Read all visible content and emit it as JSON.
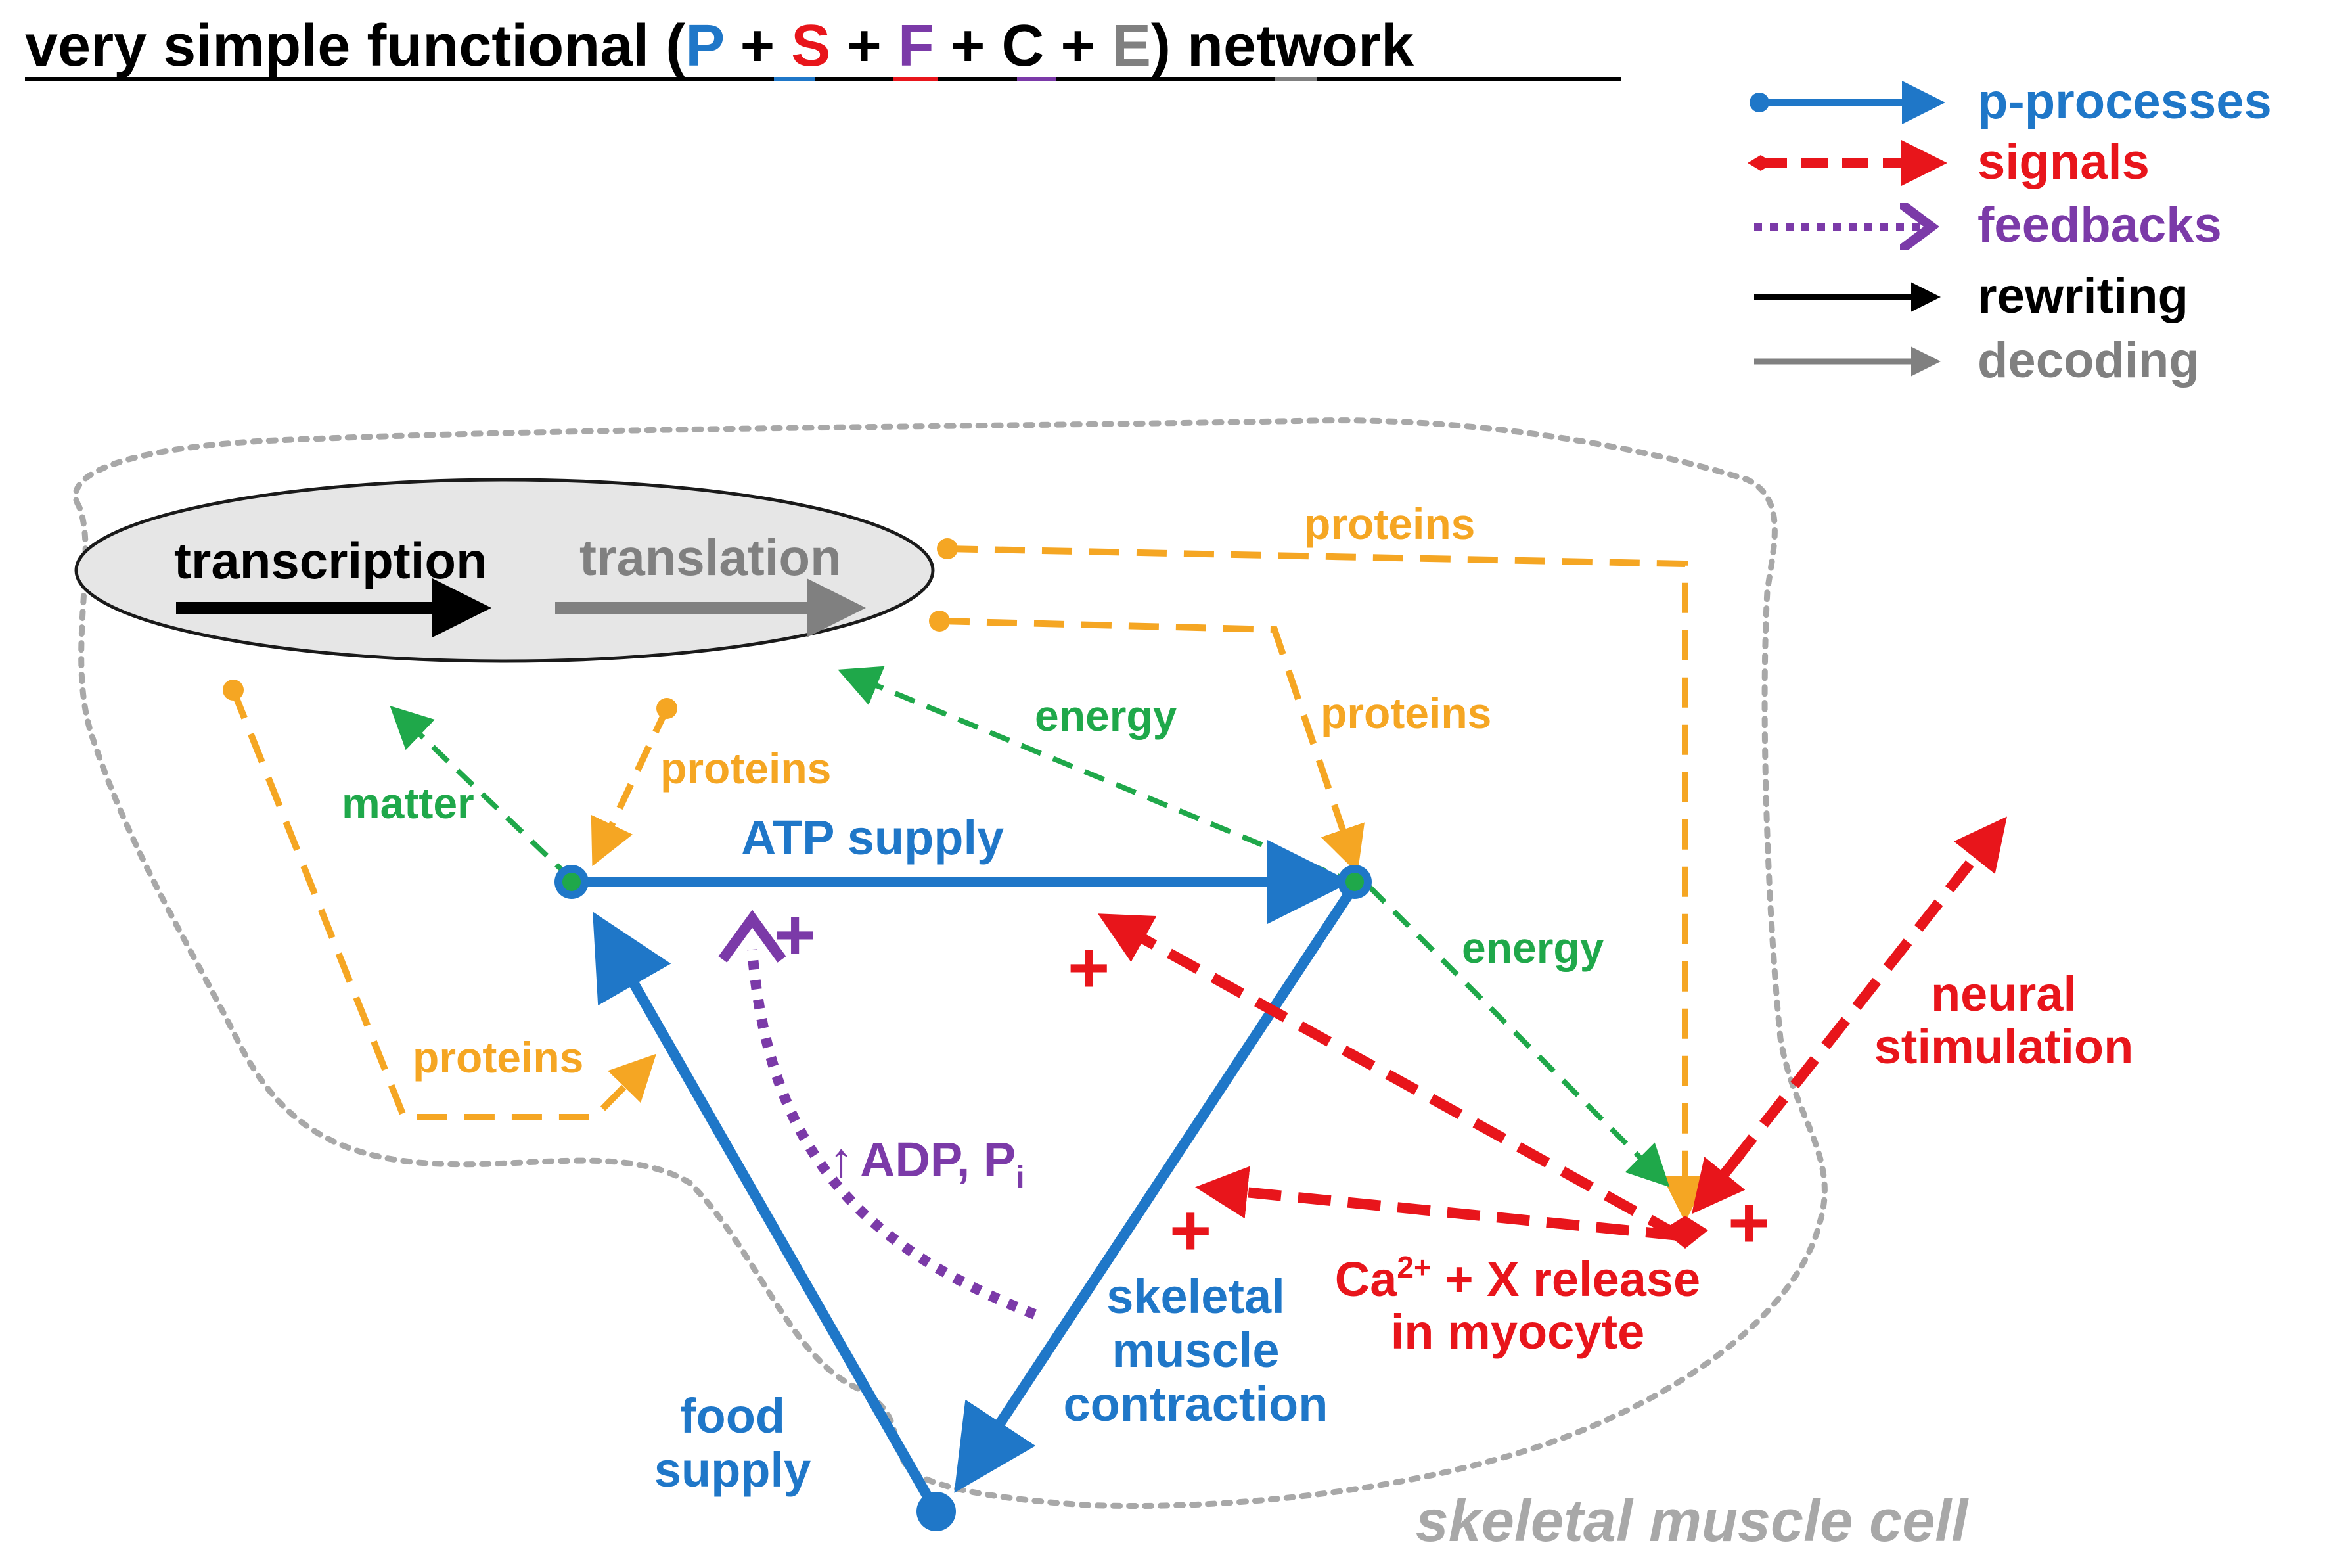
{
  "title": {
    "prefix": "very simple functional (",
    "p": "P",
    "plus1": " + ",
    "s": "S",
    "plus2": " + ",
    "f": "F",
    "plus3": " + ",
    "c": "C",
    "plus4": "  + ",
    "e": "E",
    "suffix": ") network"
  },
  "legend": {
    "items": [
      {
        "label": "p-processes",
        "color": "#1f77c8"
      },
      {
        "label": "signals",
        "color": "#e8151b"
      },
      {
        "label": "feedbacks",
        "color": "#7b3aa8"
      },
      {
        "label": "rewriting",
        "color": "#000000"
      },
      {
        "label": "decoding",
        "color": "#808080"
      }
    ]
  },
  "colors": {
    "blue": "#1f77c8",
    "red": "#e8151b",
    "purple": "#7b3aa8",
    "green": "#1fa84a",
    "orange": "#f5a623",
    "gray": "#808080",
    "light_gray": "#a8a8a8",
    "ellipse_fill": "#e6e6e6"
  },
  "nucleus": {
    "transcription": "transcription",
    "translation": "translation"
  },
  "labels": {
    "proteins_top": "proteins",
    "proteins_right": "proteins",
    "proteins_mid": "proteins",
    "proteins_bottom": "proteins",
    "energy_upper": "energy",
    "energy_lower": "energy",
    "matter": "matter",
    "atp_supply": "ATP supply",
    "adp_arrow": "↑",
    "adp_text": "ADP, P",
    "adp_sub": "i",
    "plus_feedback": "+",
    "plus_signal_1": "+",
    "plus_signal_2": "+",
    "plus_signal_3": "+",
    "neural_line1": "neural",
    "neural_line2": "stimulation",
    "ca_prefix": "Ca",
    "ca_sup": "2+",
    "ca_rest": " + X release",
    "ca_line2": "in myocyte",
    "skeletal_line1": "skeletal",
    "skeletal_line2": "muscle",
    "skeletal_line3": "contraction",
    "food_line1": "food",
    "food_line2": "supply",
    "cell": "skeletal muscle cell"
  }
}
